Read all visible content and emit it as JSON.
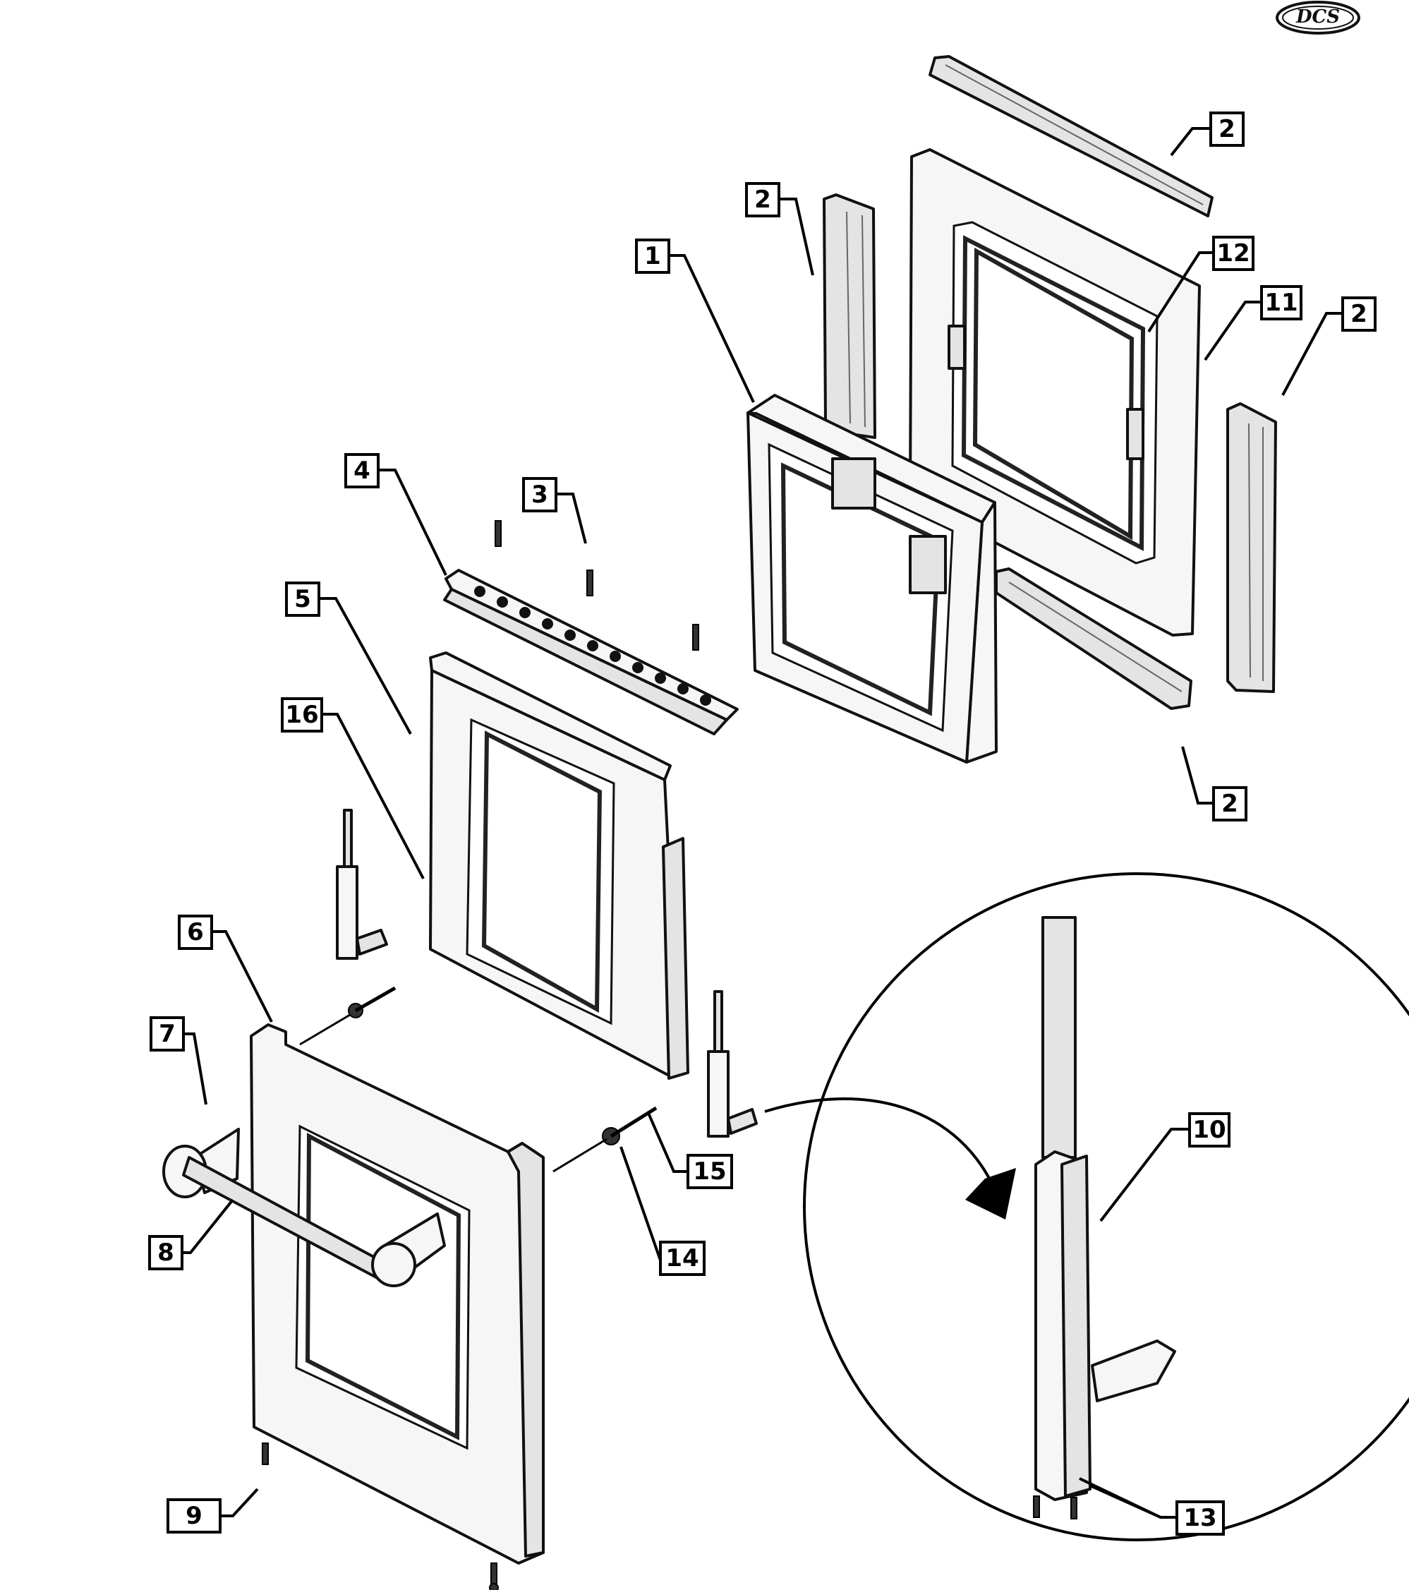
{
  "brand": {
    "logo_text": "DCS"
  },
  "callouts": [
    {
      "id": "c-1",
      "label": "1"
    },
    {
      "id": "c-2a",
      "label": "2"
    },
    {
      "id": "c-2b",
      "label": "2"
    },
    {
      "id": "c-2c",
      "label": "2"
    },
    {
      "id": "c-2d",
      "label": "2"
    },
    {
      "id": "c-3",
      "label": "3"
    },
    {
      "id": "c-4",
      "label": "4"
    },
    {
      "id": "c-5",
      "label": "5"
    },
    {
      "id": "c-6",
      "label": "6"
    },
    {
      "id": "c-7",
      "label": "7"
    },
    {
      "id": "c-8",
      "label": "8"
    },
    {
      "id": "c-9",
      "label": "9"
    },
    {
      "id": "c-10",
      "label": "10"
    },
    {
      "id": "c-11",
      "label": "11"
    },
    {
      "id": "c-12",
      "label": "12"
    },
    {
      "id": "c-13",
      "label": "13"
    },
    {
      "id": "c-14",
      "label": "14"
    },
    {
      "id": "c-15",
      "label": "15"
    },
    {
      "id": "c-16",
      "label": "16"
    }
  ]
}
